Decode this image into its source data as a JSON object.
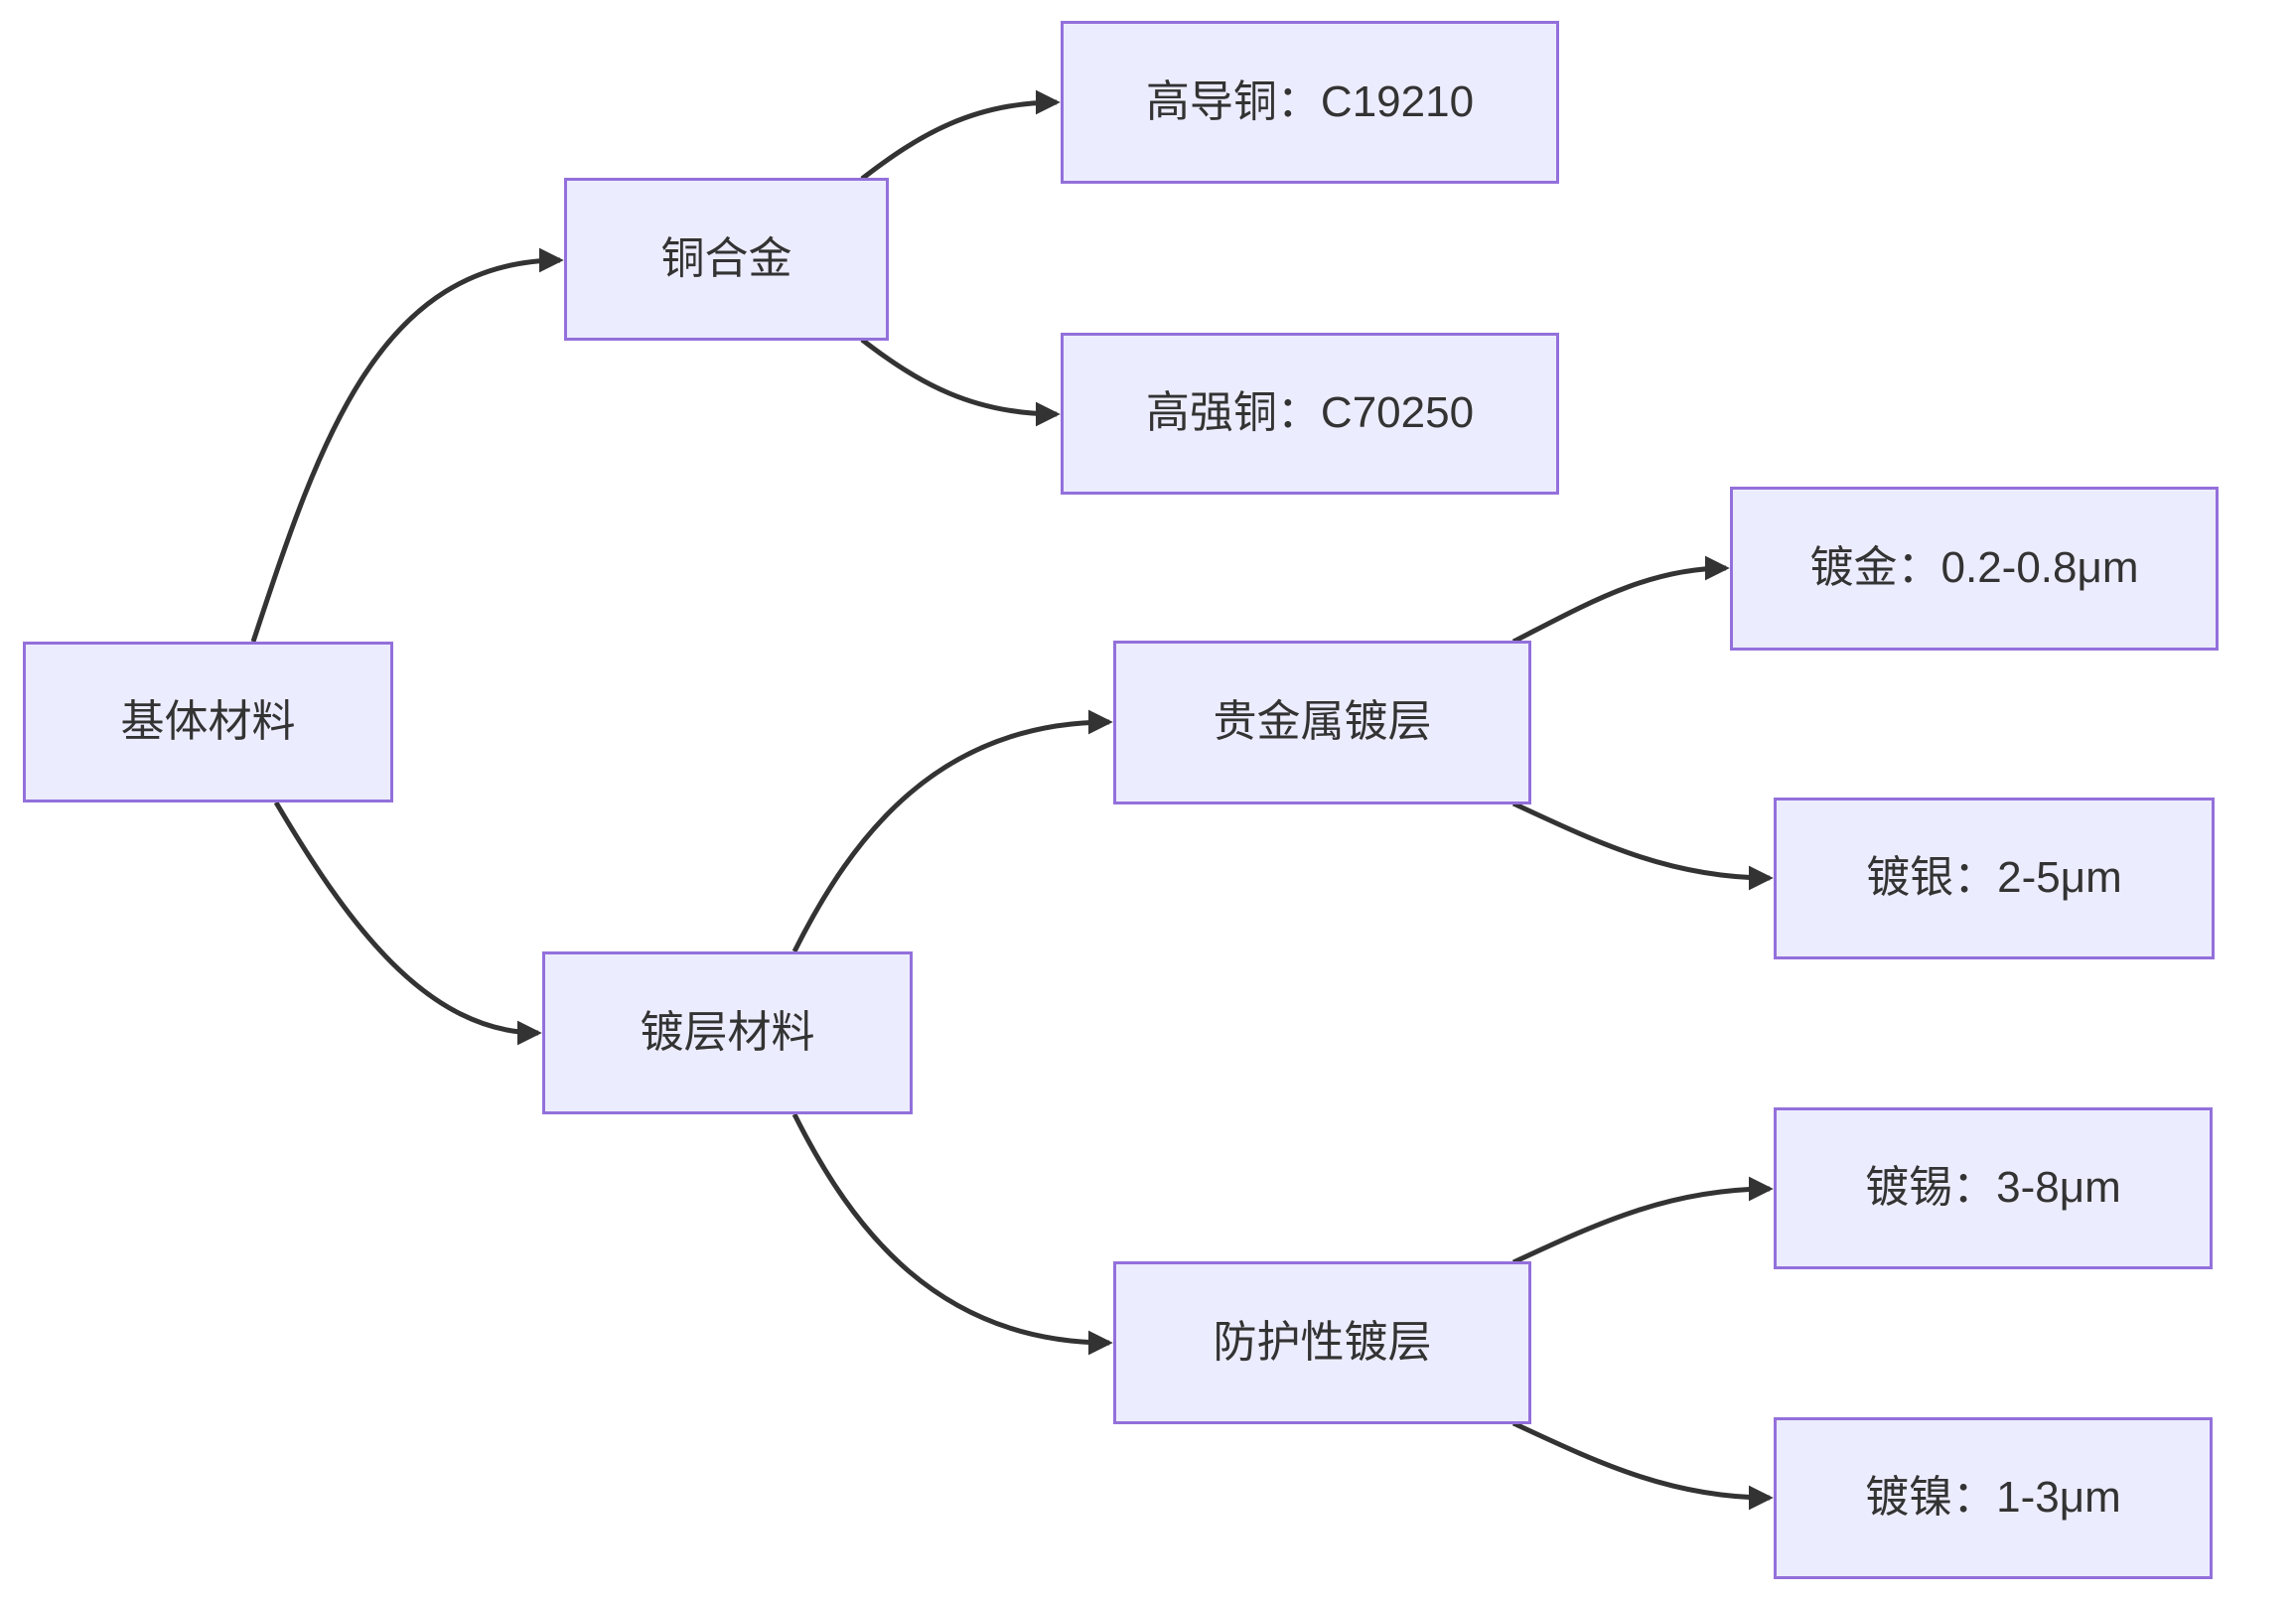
{
  "diagram": {
    "type": "flowchart-LR",
    "colors": {
      "background": "#ffffff",
      "node_fill": "#ECECFF",
      "node_border": "#9370DB",
      "edge_color": "#333333",
      "text_color": "#333333"
    },
    "nodes": [
      {
        "id": "base-material",
        "label": "基体材料"
      },
      {
        "id": "copper-alloy",
        "label": "铜合金"
      },
      {
        "id": "high-conductivity-copper",
        "label": "高导铜：C19210"
      },
      {
        "id": "high-strength-copper",
        "label": "高强铜：C70250"
      },
      {
        "id": "coating-material",
        "label": "镀层材料"
      },
      {
        "id": "precious-metal-coating",
        "label": "贵金属镀层"
      },
      {
        "id": "gold-plating",
        "label": "镀金：0.2-0.8μm"
      },
      {
        "id": "silver-plating",
        "label": "镀银：2-5μm"
      },
      {
        "id": "protective-coating",
        "label": "防护性镀层"
      },
      {
        "id": "tin-plating",
        "label": "镀锡：3-8μm"
      },
      {
        "id": "nickel-plating",
        "label": "镀镍：1-3μm"
      }
    ],
    "edges": [
      {
        "from": "基体材料",
        "to": "铜合金"
      },
      {
        "from": "基体材料",
        "to": "镀层材料"
      },
      {
        "from": "铜合金",
        "to": "高导铜：C19210"
      },
      {
        "from": "铜合金",
        "to": "高强铜：C70250"
      },
      {
        "from": "镀层材料",
        "to": "贵金属镀层"
      },
      {
        "from": "镀层材料",
        "to": "防护性镀层"
      },
      {
        "from": "贵金属镀层",
        "to": "镀金：0.2-0.8μm"
      },
      {
        "from": "贵金属镀层",
        "to": "镀银：2-5μm"
      },
      {
        "from": "防护性镀层",
        "to": "镀锡：3-8μm"
      },
      {
        "from": "防护性镀层",
        "to": "镀镍：1-3μm"
      }
    ]
  }
}
